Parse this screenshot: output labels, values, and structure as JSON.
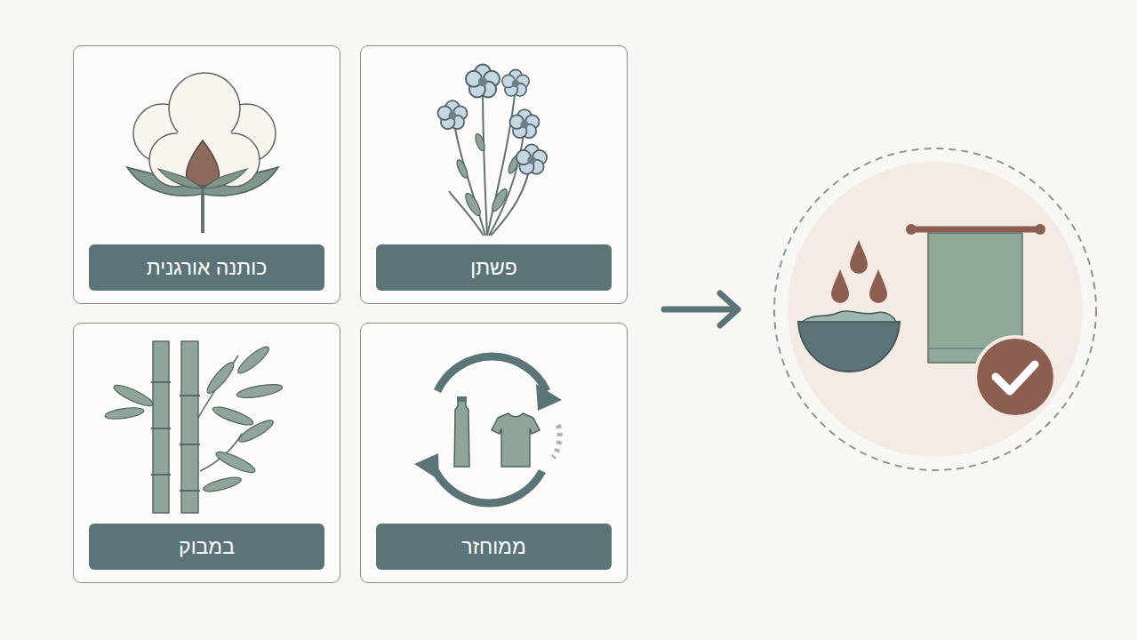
{
  "diagram": {
    "nodes": [
      {
        "text": [
          "פשתן"
        ]
      },
      {
        "text": [
          "כותנה אורגנית"
        ]
      },
      {
        "text": [
          "ממוחזר"
        ]
      },
      {
        "text": [
          "במבוק"
        ]
      }
    ]
  }
}
